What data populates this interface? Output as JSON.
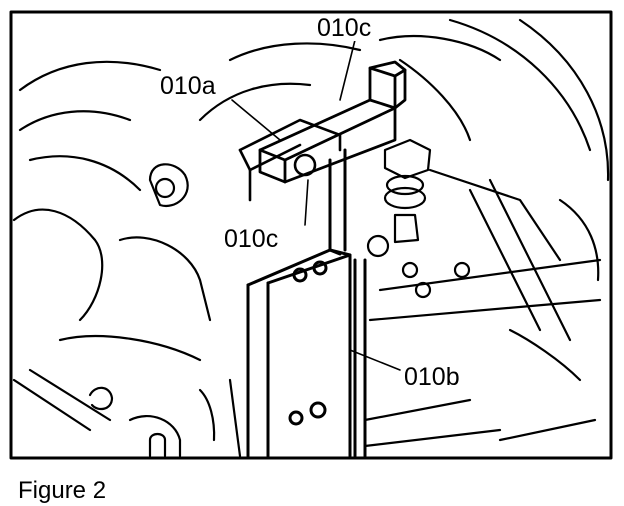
{
  "figure": {
    "caption": "Figure 2",
    "labels": {
      "top_part": "010c",
      "bracket": "010a",
      "lower_part": "010c",
      "stand": "010b"
    },
    "line_color": "#000000",
    "background": "#ffffff"
  }
}
